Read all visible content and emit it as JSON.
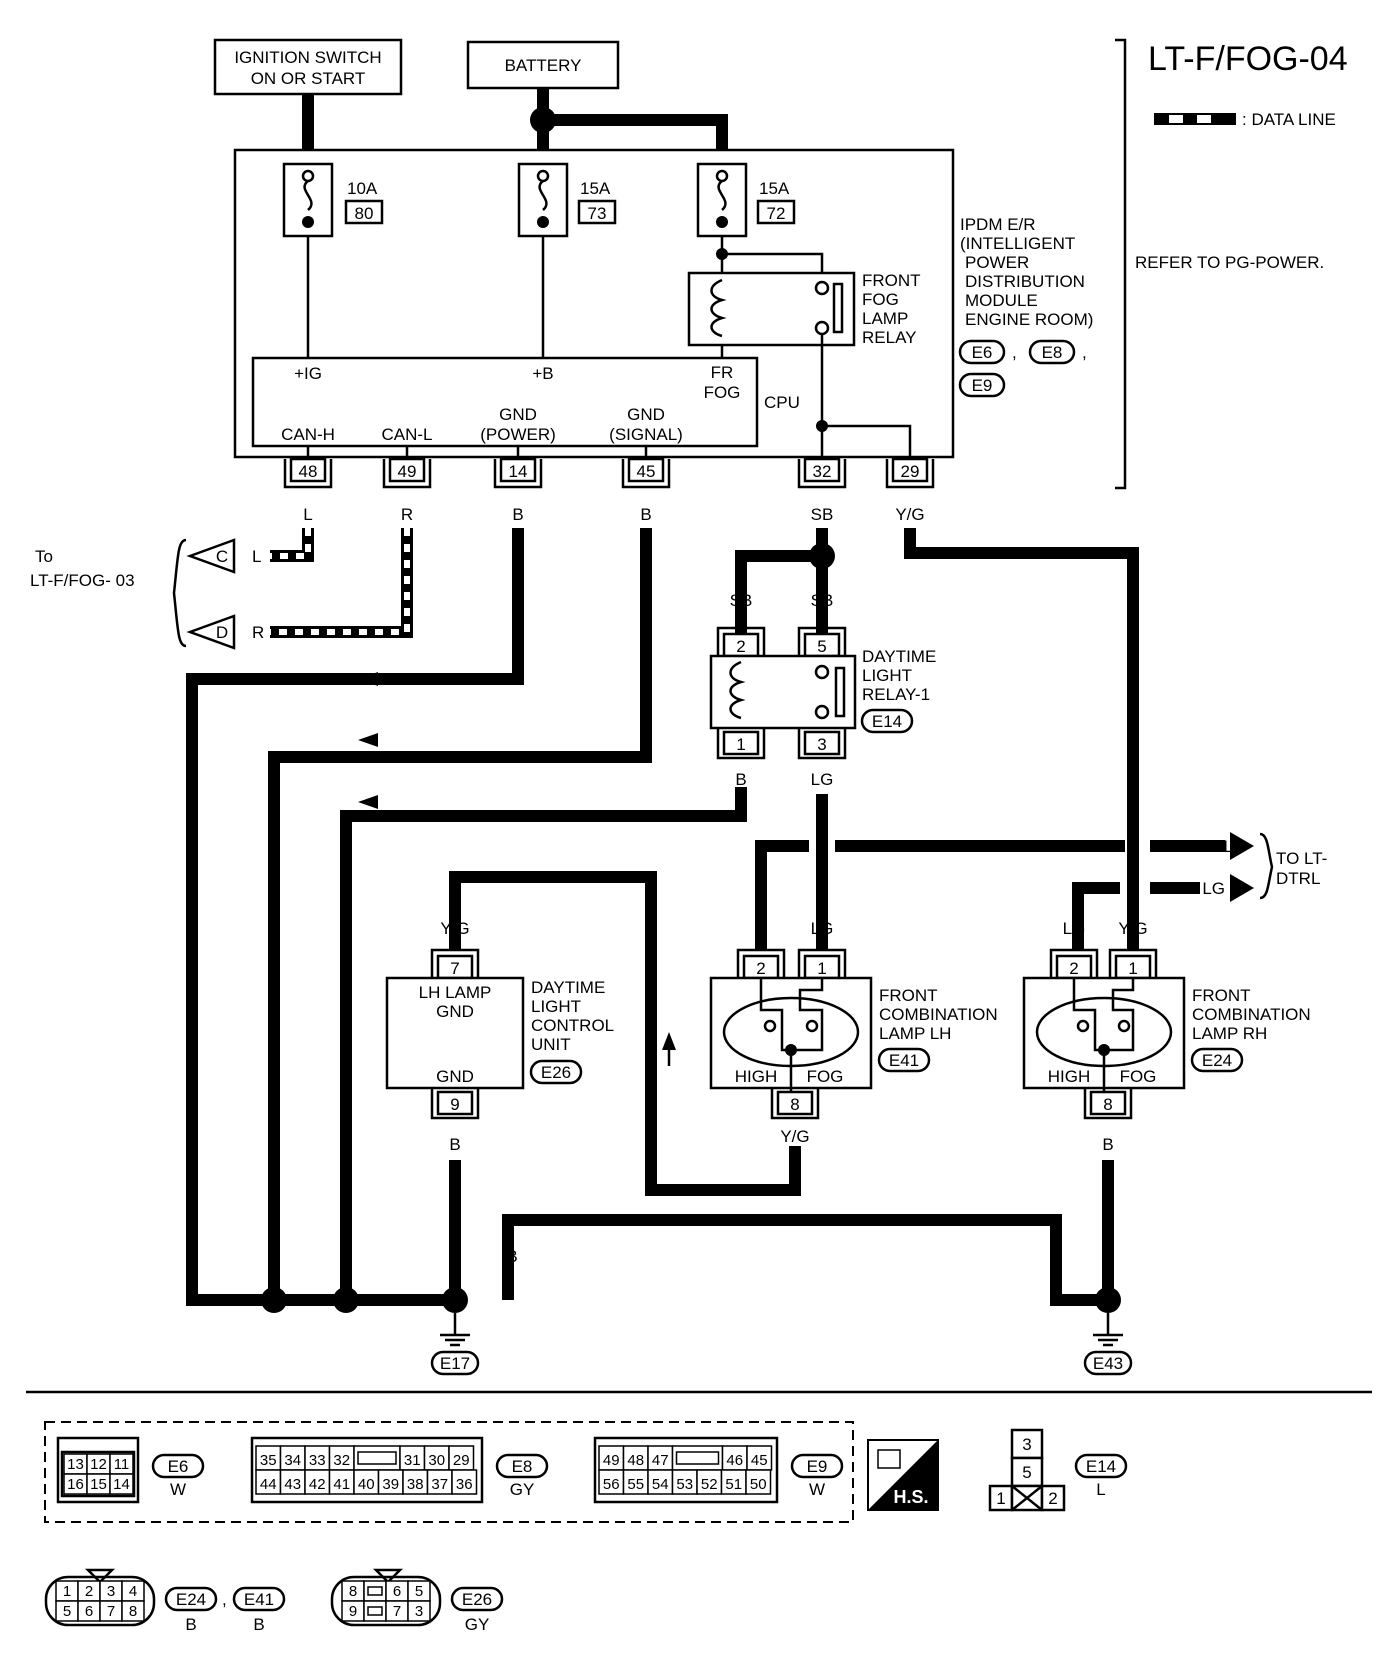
{
  "page": {
    "title": "LT-F/FOG-04",
    "data_line_legend": ": DATA LINE",
    "refer": "REFER TO PG-POWER."
  },
  "sources": {
    "ignition": [
      "IGNITION SWITCH",
      "ON OR START"
    ],
    "battery": "BATTERY"
  },
  "fuses": [
    {
      "rating": "10A",
      "number": "80"
    },
    {
      "rating": "15A",
      "number": "73"
    },
    {
      "rating": "15A",
      "number": "72"
    }
  ],
  "ipdm": {
    "lines": [
      "IPDM E/R",
      "(INTELLIGENT",
      "POWER",
      "DISTRIBUTION",
      "MODULE",
      "ENGINE ROOM)"
    ],
    "connectors": [
      "E6",
      "E8",
      "E9"
    ],
    "cpu_label": "CPU"
  },
  "fog_relay": [
    "FRONT",
    "FOG",
    "LAMP",
    "RELAY"
  ],
  "cpu_pins": {
    "ig": "+IG",
    "b": "+B",
    "fr_fog": [
      "FR",
      "FOG"
    ],
    "can_h": "CAN-H",
    "can_l": "CAN-L",
    "gnd_power": [
      "GND",
      "(POWER)"
    ],
    "gnd_signal": [
      "GND",
      "(SIGNAL)"
    ]
  },
  "terminals": [
    "48",
    "49",
    "14",
    "45",
    "32",
    "29"
  ],
  "wire_colors": {
    "l": "L",
    "r": "R",
    "b": "B",
    "sb": "SB",
    "yg": "Y/G",
    "lg": "LG"
  },
  "to_fog03": {
    "lines": [
      "To",
      "LT-F/FOG- 03"
    ],
    "c": "C",
    "d": "D"
  },
  "daytime_relay": {
    "lines": [
      "DAYTIME",
      "LIGHT",
      "RELAY-1"
    ],
    "connector": "E14",
    "pins": [
      "2",
      "5",
      "1",
      "3"
    ]
  },
  "to_dtrl": [
    "TO LT-",
    "DTRL"
  ],
  "dlcu": {
    "lines": [
      "DAYTIME",
      "LIGHT",
      "CONTROL",
      "UNIT"
    ],
    "connector": "E26",
    "inner": [
      "LH LAMP",
      "GND"
    ],
    "gnd": "GND",
    "pins": [
      "7",
      "9"
    ]
  },
  "lamp_lh": {
    "lines": [
      "FRONT",
      "COMBINATION",
      "LAMP LH"
    ],
    "connector": "E41",
    "high": "HIGH",
    "fog": "FOG",
    "pins": [
      "2",
      "1",
      "8"
    ]
  },
  "lamp_rh": {
    "lines": [
      "FRONT",
      "COMBINATION",
      "LAMP RH"
    ],
    "connector": "E24",
    "high": "HIGH",
    "fog": "FOG",
    "pins": [
      "2",
      "1",
      "8"
    ]
  },
  "grounds": [
    "E17",
    "E43"
  ],
  "connector_views": {
    "e6": {
      "id": "E6",
      "color": "W",
      "rows": [
        [
          "13",
          "12",
          "11"
        ],
        [
          "16",
          "15",
          "14"
        ]
      ]
    },
    "e8": {
      "id": "E8",
      "color": "GY",
      "rows": [
        [
          "35",
          "34",
          "33",
          "32",
          "",
          "31",
          "30",
          "29"
        ],
        [
          "44",
          "43",
          "42",
          "41",
          "40",
          "39",
          "38",
          "37",
          "36"
        ]
      ]
    },
    "e9": {
      "id": "E9",
      "color": "W",
      "rows": [
        [
          "49",
          "48",
          "47",
          "",
          "46",
          "45"
        ],
        [
          "56",
          "55",
          "54",
          "53",
          "52",
          "51",
          "50"
        ]
      ]
    },
    "hs": "H.S.",
    "e14": {
      "id": "E14",
      "color": "L",
      "pins": [
        "3",
        "5",
        "1",
        "2"
      ]
    },
    "e24_e41": {
      "ids": [
        "E24",
        "E41"
      ],
      "colors": [
        "B",
        "B"
      ],
      "rows": [
        [
          "1",
          "2",
          "3",
          "4"
        ],
        [
          "5",
          "6",
          "7",
          "8"
        ]
      ]
    },
    "e26": {
      "id": "E26",
      "color": "GY",
      "rows": [
        [
          "8",
          "",
          "6",
          "5"
        ],
        [
          "9",
          "",
          "7",
          "3"
        ]
      ]
    }
  }
}
